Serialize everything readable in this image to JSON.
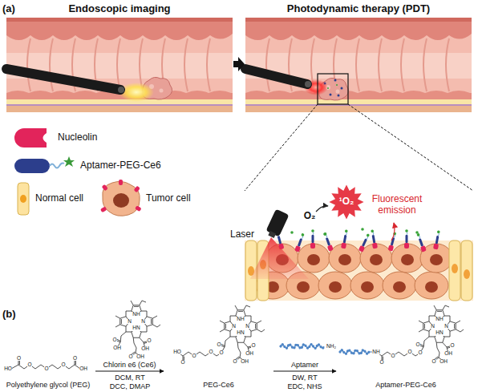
{
  "diagram": {
    "nodes": [
      {
        "text": [
          "Polyethylene glycol (PEG)"
        ]
      },
      {
        "text": [
          "PEG-Ce6"
        ]
      },
      {
        "text": [
          "Aptamer-PEG-Ce6"
        ]
      }
    ],
    "edges": [
      {
        "from": 0,
        "to": 1,
        "arrow": "to",
        "label": "Chlorin e6 (Ce6)"
      },
      {
        "from": 1,
        "to": 2,
        "arrow": "to",
        "label": "Aptamer"
      }
    ],
    "labels": [
      "(a)",
      "Endoscopic imaging",
      "Photodynamic therapy (PDT)",
      "Laser",
      "O₂",
      "¹O₂",
      "Fluorescent emission",
      "(b)",
      "DCM, RT",
      "DCC, DMAP",
      "DW, RT",
      "EDC, NHS",
      "NH₂",
      "HO",
      "O",
      "O",
      "O",
      "O",
      "O",
      "OH",
      "NH",
      "N",
      "HN",
      "N",
      "O",
      "OH",
      "O",
      "OH",
      "O",
      "OH",
      "HO",
      "O",
      "O",
      "O",
      "NH",
      "N",
      "HN",
      "N",
      "O",
      "O",
      "O",
      "OH",
      "O",
      "OH",
      "NH",
      "O",
      "O",
      "O",
      "NH",
      "N",
      "HN",
      "N",
      "O",
      "O",
      "O",
      "OH",
      "O",
      "OH"
    ],
    "legend": [
      {
        "text": "Nucleolin"
      },
      {
        "text": "Aptamer-PEG-Ce6"
      },
      {
        "text": "Normal cell"
      },
      {
        "text": "Tumor cell"
      }
    ]
  }
}
